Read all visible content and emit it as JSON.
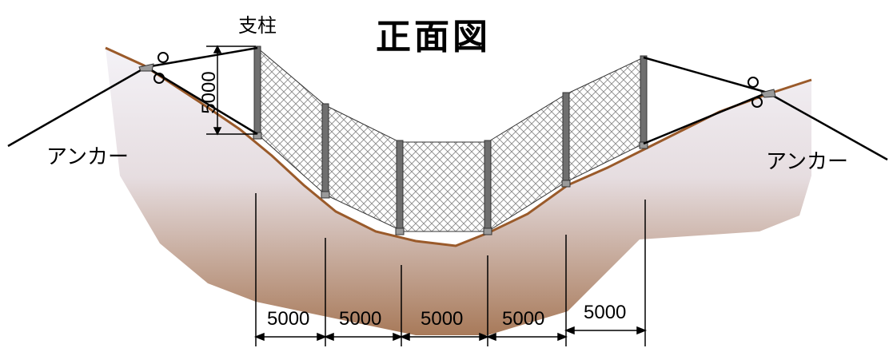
{
  "title": "正面図",
  "post_label": "支柱",
  "anchor_left_label": "アンカー",
  "anchor_right_label": "アンカー",
  "post_height_label": "5000",
  "spacing_labels": [
    "5000",
    "5000",
    "5000",
    "5000",
    "5000"
  ],
  "colors": {
    "ground_fill_top": "#f3f1f5",
    "ground_fill_bottom": "#a87a5a",
    "ground_edge": "#9a5a2a",
    "post": "#6f6f6f",
    "net": "#8a8a8a",
    "line": "#000000"
  }
}
